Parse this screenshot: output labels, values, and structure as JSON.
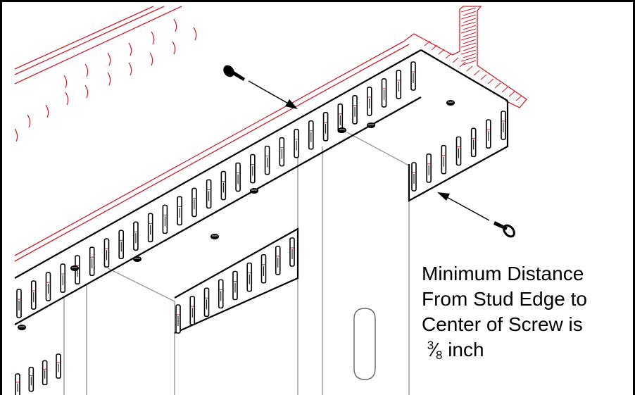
{
  "callout": {
    "line1": "Minimum Distance",
    "line2": "From Stud Edge to",
    "line3": "Center of Screw is",
    "fraction_numerator": "3",
    "fraction_denominator": "8",
    "unit": "inch"
  },
  "colors": {
    "outline": "#000000",
    "track_red": "#c8202a",
    "stud_gray": "#999999"
  },
  "icons": [
    "screw-icon",
    "arrow-icon"
  ]
}
